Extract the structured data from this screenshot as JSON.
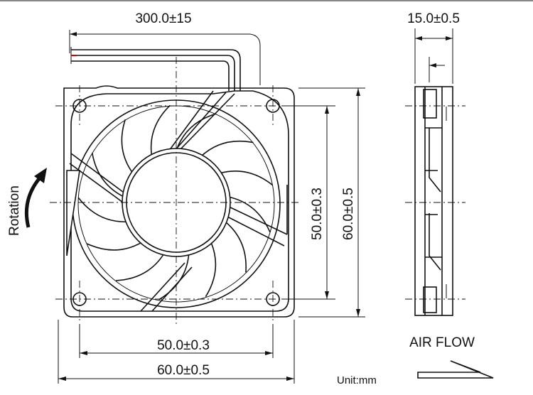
{
  "dimensions": {
    "cable_length": "300.0±15",
    "thickness": "15.0±0.5",
    "hole_pitch_vertical": "50.0±0.3",
    "frame_size_vertical": "60.0±0.5",
    "hole_pitch_horizontal": "50.0±0.3",
    "frame_size_horizontal": "60.0±0.5"
  },
  "labels": {
    "rotation": "Rotation",
    "air_flow": "AIR FLOW",
    "unit": "Unit:mm"
  },
  "fan": {
    "blade_count": 13
  }
}
